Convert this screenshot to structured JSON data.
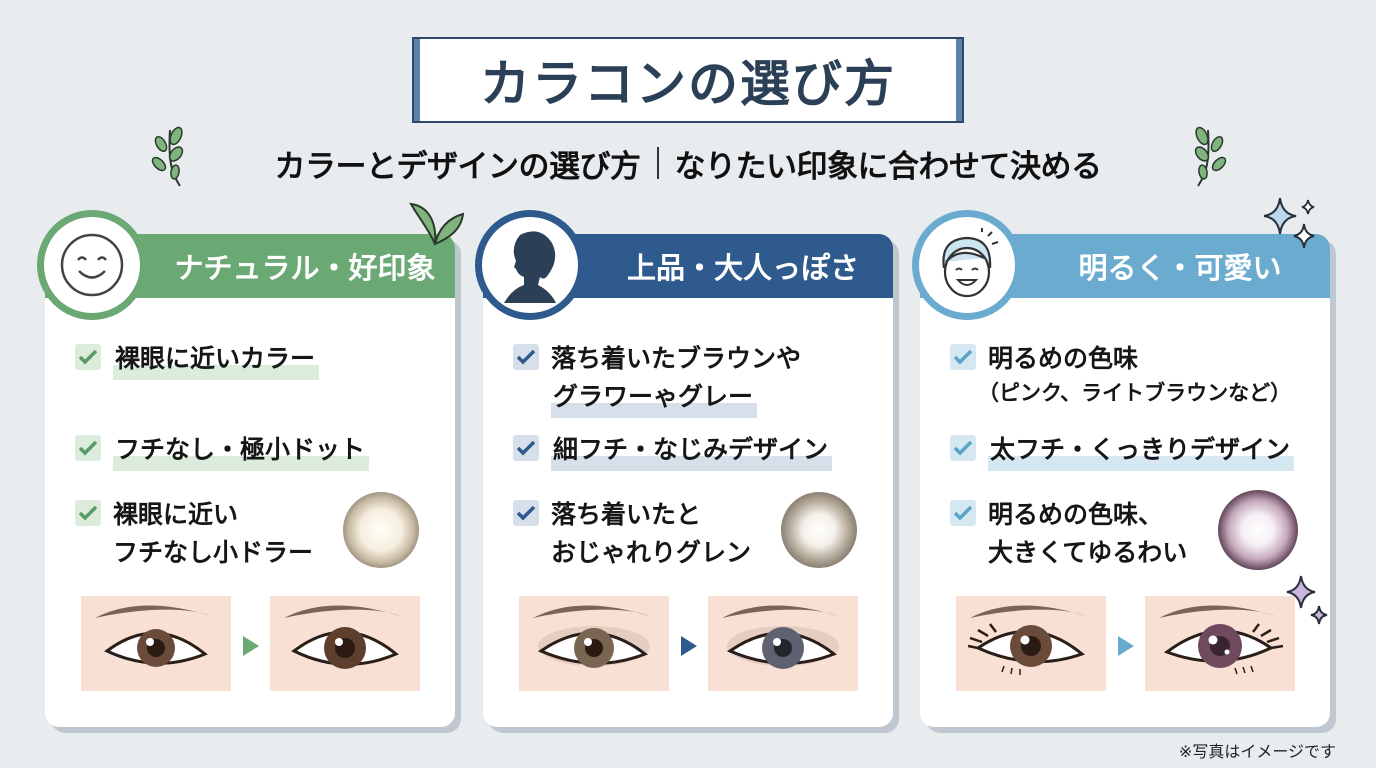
{
  "title": "カラコンの選び方",
  "subtitle": {
    "left": "カラーとデザインの選び方",
    "right": "なりたい印象に合わせて決める"
  },
  "cards": [
    {
      "heading": "ナチュラル・好印象",
      "icon": "smiley-face-icon",
      "color": "#6aa874",
      "light": "#dcecdc",
      "items": [
        {
          "text": "裸眼に近いカラー"
        },
        {
          "text": "フチなし・極小ドット"
        },
        {
          "line1": "裸眼に近い",
          "line2": "フチなし小ドラー"
        }
      ],
      "lens_icon": "natural-lens-icon",
      "eye_before": "brown-eye-before",
      "eye_after": "brown-eye-after"
    },
    {
      "heading": "上品・大人っぽさ",
      "icon": "woman-silhouette-icon",
      "color": "#2f5a8e",
      "light": "#d6dfea",
      "items": [
        {
          "line1": "落ち着いたブラウンや",
          "line2": "グラワーゃグレー"
        },
        {
          "text": "細フチ・なじみデザイン"
        },
        {
          "line1": "落ち着いたと",
          "line2": "おじゃれりグレン"
        }
      ],
      "lens_icon": "grey-lens-icon",
      "eye_before": "brown-eye-before",
      "eye_after": "grey-eye-after"
    },
    {
      "heading": "明るく・可愛い",
      "icon": "smiling-girl-icon",
      "color": "#6aabcf",
      "light": "#d5e8f2",
      "items": [
        {
          "text": "明るめの色味",
          "sub": "（ピンク、ライトブラウンなど）"
        },
        {
          "text": "太フチ・くっきりデザイン"
        },
        {
          "line1": "明るめの色味、",
          "line2": "大きくてゆるわい"
        }
      ],
      "lens_icon": "pink-lens-icon",
      "eye_before": "brown-eye-before",
      "eye_after": "pink-eye-after"
    }
  ],
  "note": "※写真はイメージです"
}
